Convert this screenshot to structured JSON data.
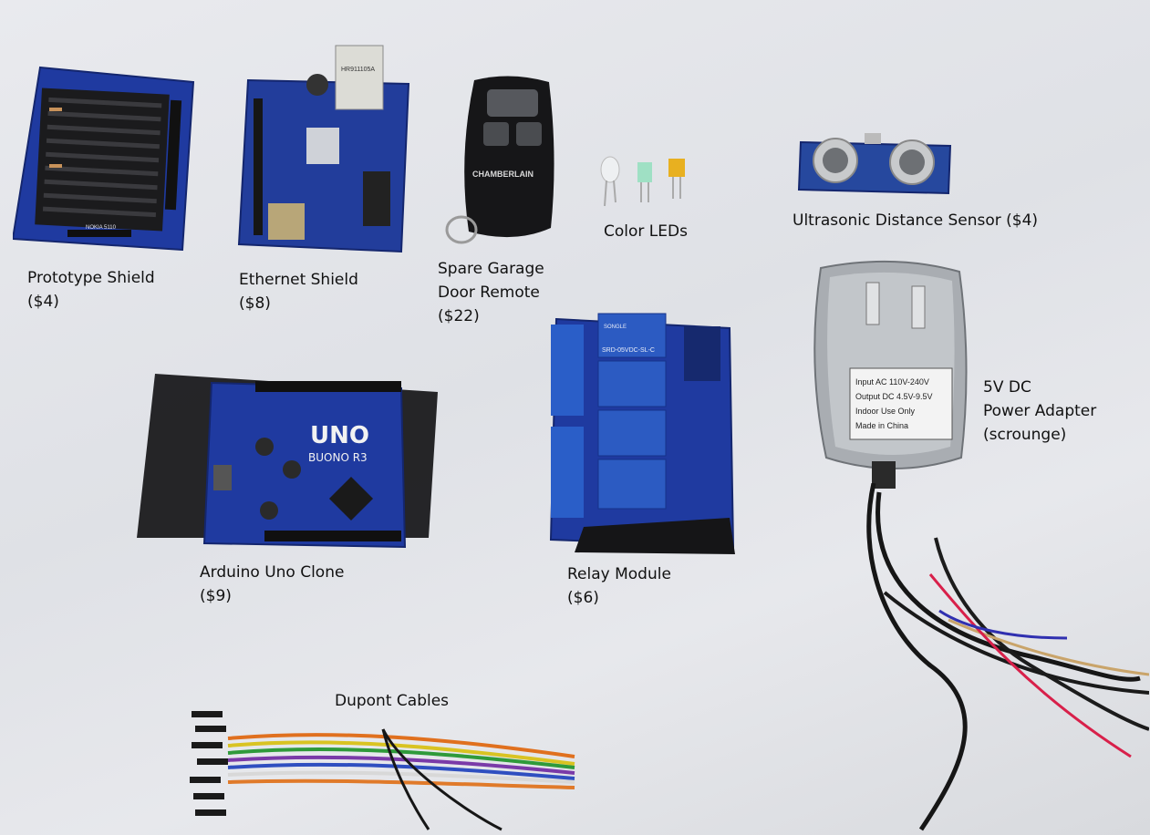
{
  "labels": {
    "proto_name": "Prototype Shield",
    "proto_price": "($4)",
    "eth_name": "Ethernet Shield",
    "eth_price": "($8)",
    "remote_line1": "Spare Garage",
    "remote_line2": "Door Remote",
    "remote_price": "($22)",
    "leds": "Color LEDs",
    "ultrasonic": "Ultrasonic Distance Sensor ($4)",
    "adapter_line1": "5V DC",
    "adapter_line2": "Power Adapter",
    "adapter_line3": "(scrounge)",
    "uno_name": "Arduino Uno Clone",
    "uno_price": "($9)",
    "relay_name": "Relay Module",
    "relay_price": "($6)",
    "dupont": "Dupont Cables"
  },
  "printed": {
    "uno_logo": "UNO",
    "uno_sub": "BUONO R3",
    "remote_brand": "CHAMBERLAIN",
    "relay_part": "SRD-05VDC-SL-C",
    "relay_brand": "SONGLE",
    "adapter_input": "Input AC 110V-240V",
    "adapter_output": "Output DC 4.5V-9.5V",
    "adapter_indoor": "Indoor Use Only",
    "adapter_made": "Made in China",
    "eth_jack": "HR911105A",
    "proto_silk": "NOKIA 5110"
  },
  "colors": {
    "pcb_blue": "#1f3d9e",
    "background": "#e3e4e8"
  }
}
